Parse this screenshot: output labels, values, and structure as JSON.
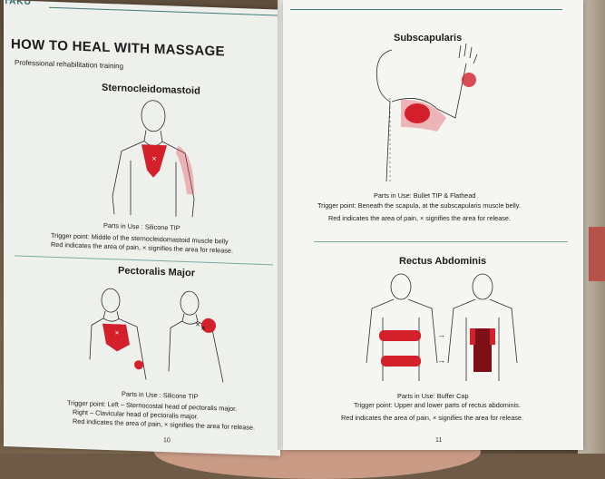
{
  "brand": "ITAKU",
  "left_page": {
    "title": "HOW TO HEAL WITH MASSAGE",
    "subtitle": "Professional rehabilitation training",
    "sections": [
      {
        "muscle": "Sternocleidomastoid",
        "parts": "Parts in Use :   Silicone TIP",
        "trigger": "Trigger point: Middle of the sternocleidomastoid muscle belly",
        "legend": "Red indicates the area of pain, × signifies the area for release."
      },
      {
        "muscle": "Pectoralis Major",
        "parts": "Parts in Use :   Silicone TIP",
        "trigger": "Trigger point: Left – Sternocostal head of pectoralis major.",
        "trigger_right": "Right – Clavicular head of pectoralis major.",
        "legend": "Red indicates the area of pain, × signifies the area for release."
      }
    ],
    "page_number": "10"
  },
  "right_page": {
    "sections": [
      {
        "muscle": "Subscapularis",
        "parts": "Parts in Use: Bullet TIP & Flathead",
        "trigger": "Trigger point: Beneath the scapula, at the subscapularis muscle belly.",
        "legend": "Red indicates the area of pain, × signifies the area for release."
      },
      {
        "muscle": "Rectus Abdominis",
        "parts": "Parts in Use: Buffer Cap",
        "trigger": "Trigger point: Upper and lower parts of rectus abdominis.",
        "legend": "Red indicates the area of pain, × signifies the area for release."
      }
    ],
    "page_number": "11"
  },
  "colors": {
    "accent": "#3d7c78",
    "pain": "#d3202a"
  }
}
